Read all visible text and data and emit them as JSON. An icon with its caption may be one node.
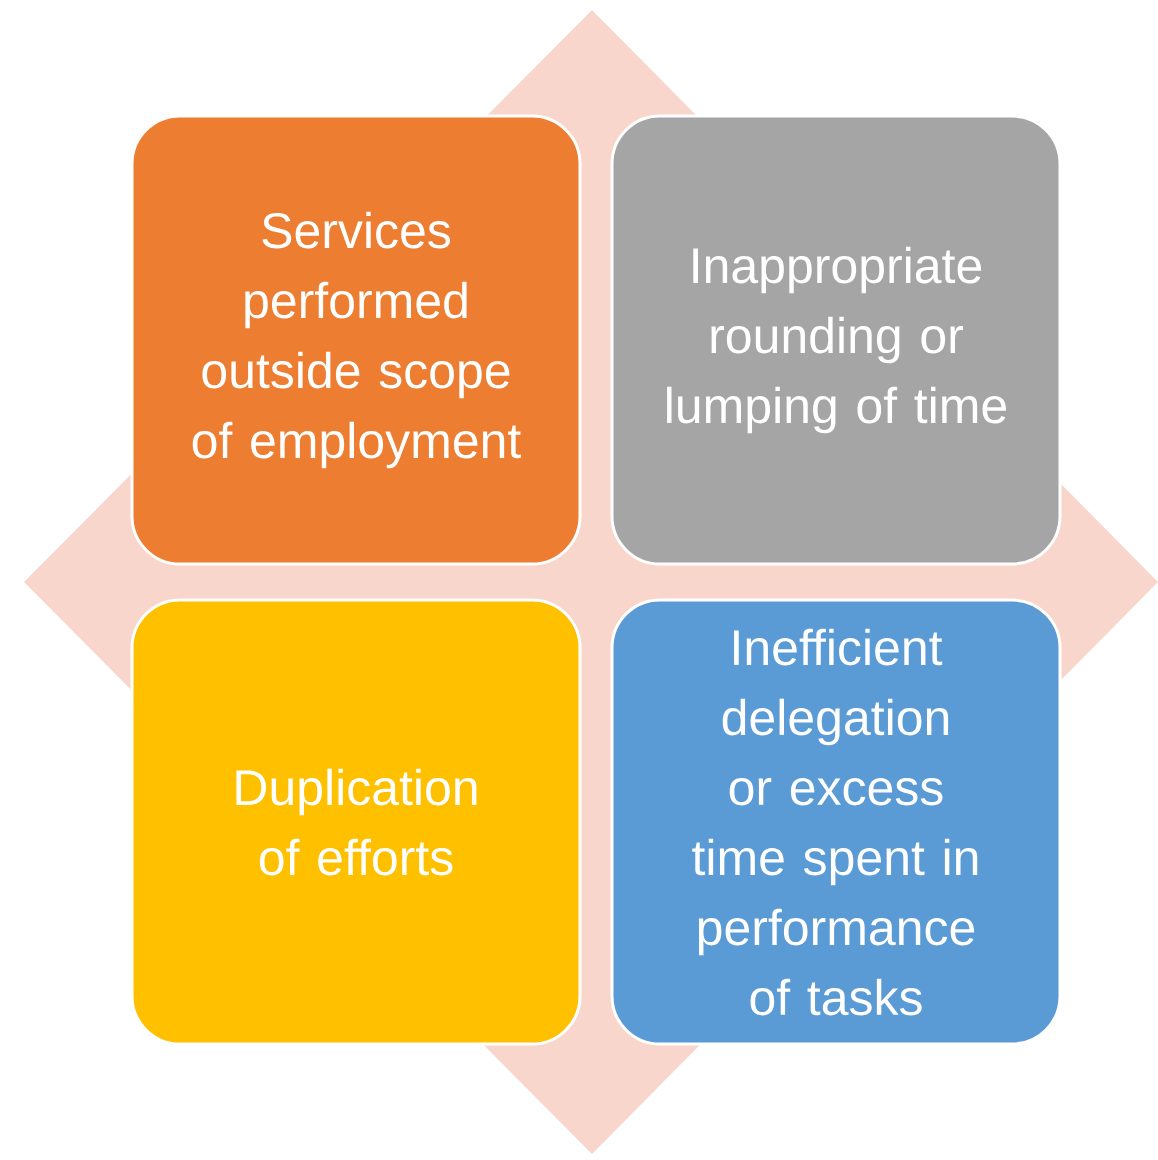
{
  "diagram": {
    "nodes": [
      {
        "text": [
          "Services performed outside scope of employment"
        ]
      },
      {
        "text": [
          "Inappropriate rounding or lumping of time"
        ]
      },
      {
        "text": [
          "Duplication of efforts"
        ]
      },
      {
        "text": [
          "Inefficient delegation or excess time spent in performance of tasks"
        ]
      }
    ]
  }
}
